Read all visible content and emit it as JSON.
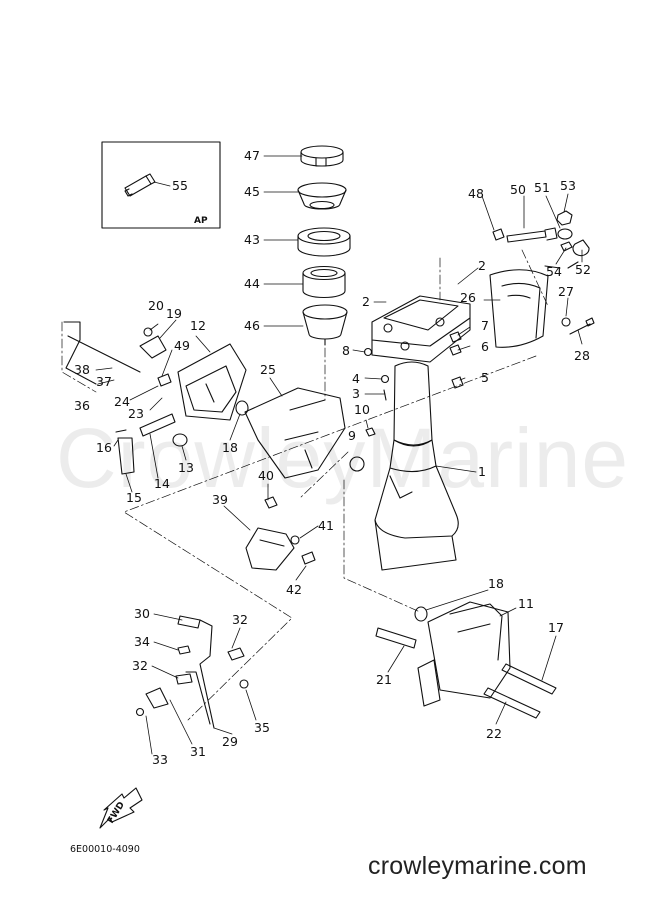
{
  "callouts": [
    {
      "id": "c47",
      "label": "47"
    },
    {
      "id": "c45",
      "label": "45"
    },
    {
      "id": "c43",
      "label": "43"
    },
    {
      "id": "c44",
      "label": "44"
    },
    {
      "id": "c46",
      "label": "46"
    },
    {
      "id": "c55",
      "label": "55"
    },
    {
      "id": "c48",
      "label": "48"
    },
    {
      "id": "c50",
      "label": "50"
    },
    {
      "id": "c51",
      "label": "51"
    },
    {
      "id": "c53",
      "label": "53"
    },
    {
      "id": "c54",
      "label": "54"
    },
    {
      "id": "c52",
      "label": "52"
    },
    {
      "id": "c2a",
      "label": "2"
    },
    {
      "id": "c2b",
      "label": "2"
    },
    {
      "id": "c26",
      "label": "26"
    },
    {
      "id": "c27",
      "label": "27"
    },
    {
      "id": "c28",
      "label": "28"
    },
    {
      "id": "c7",
      "label": "7"
    },
    {
      "id": "c6",
      "label": "6"
    },
    {
      "id": "c8",
      "label": "8"
    },
    {
      "id": "c5",
      "label": "5"
    },
    {
      "id": "c4",
      "label": "4"
    },
    {
      "id": "c3",
      "label": "3"
    },
    {
      "id": "c10",
      "label": "10"
    },
    {
      "id": "c9",
      "label": "9"
    },
    {
      "id": "c1",
      "label": "1"
    },
    {
      "id": "c20",
      "label": "20"
    },
    {
      "id": "c19",
      "label": "19"
    },
    {
      "id": "c12",
      "label": "12"
    },
    {
      "id": "c49",
      "label": "49"
    },
    {
      "id": "c38",
      "label": "38"
    },
    {
      "id": "c37",
      "label": "37"
    },
    {
      "id": "c36",
      "label": "36"
    },
    {
      "id": "c24",
      "label": "24"
    },
    {
      "id": "c23",
      "label": "23"
    },
    {
      "id": "c25",
      "label": "25"
    },
    {
      "id": "c16",
      "label": "16"
    },
    {
      "id": "c15",
      "label": "15"
    },
    {
      "id": "c14",
      "label": "14"
    },
    {
      "id": "c13",
      "label": "13"
    },
    {
      "id": "c18a",
      "label": "18"
    },
    {
      "id": "c40",
      "label": "40"
    },
    {
      "id": "c39",
      "label": "39"
    },
    {
      "id": "c41",
      "label": "41"
    },
    {
      "id": "c42",
      "label": "42"
    },
    {
      "id": "c18b",
      "label": "18"
    },
    {
      "id": "c11",
      "label": "11"
    },
    {
      "id": "c17",
      "label": "17"
    },
    {
      "id": "c21",
      "label": "21"
    },
    {
      "id": "c22",
      "label": "22"
    },
    {
      "id": "c30",
      "label": "30"
    },
    {
      "id": "c32a",
      "label": "32"
    },
    {
      "id": "c34",
      "label": "34"
    },
    {
      "id": "c32b",
      "label": "32"
    },
    {
      "id": "c33",
      "label": "33"
    },
    {
      "id": "c31",
      "label": "31"
    },
    {
      "id": "c29",
      "label": "29"
    },
    {
      "id": "c35",
      "label": "35"
    }
  ],
  "inset_tag": "AP",
  "direction_tag": "FWD",
  "part_code": "6E00010-4090",
  "footer_url": "crowleymarine.com",
  "watermark": "CrowleyMarine"
}
